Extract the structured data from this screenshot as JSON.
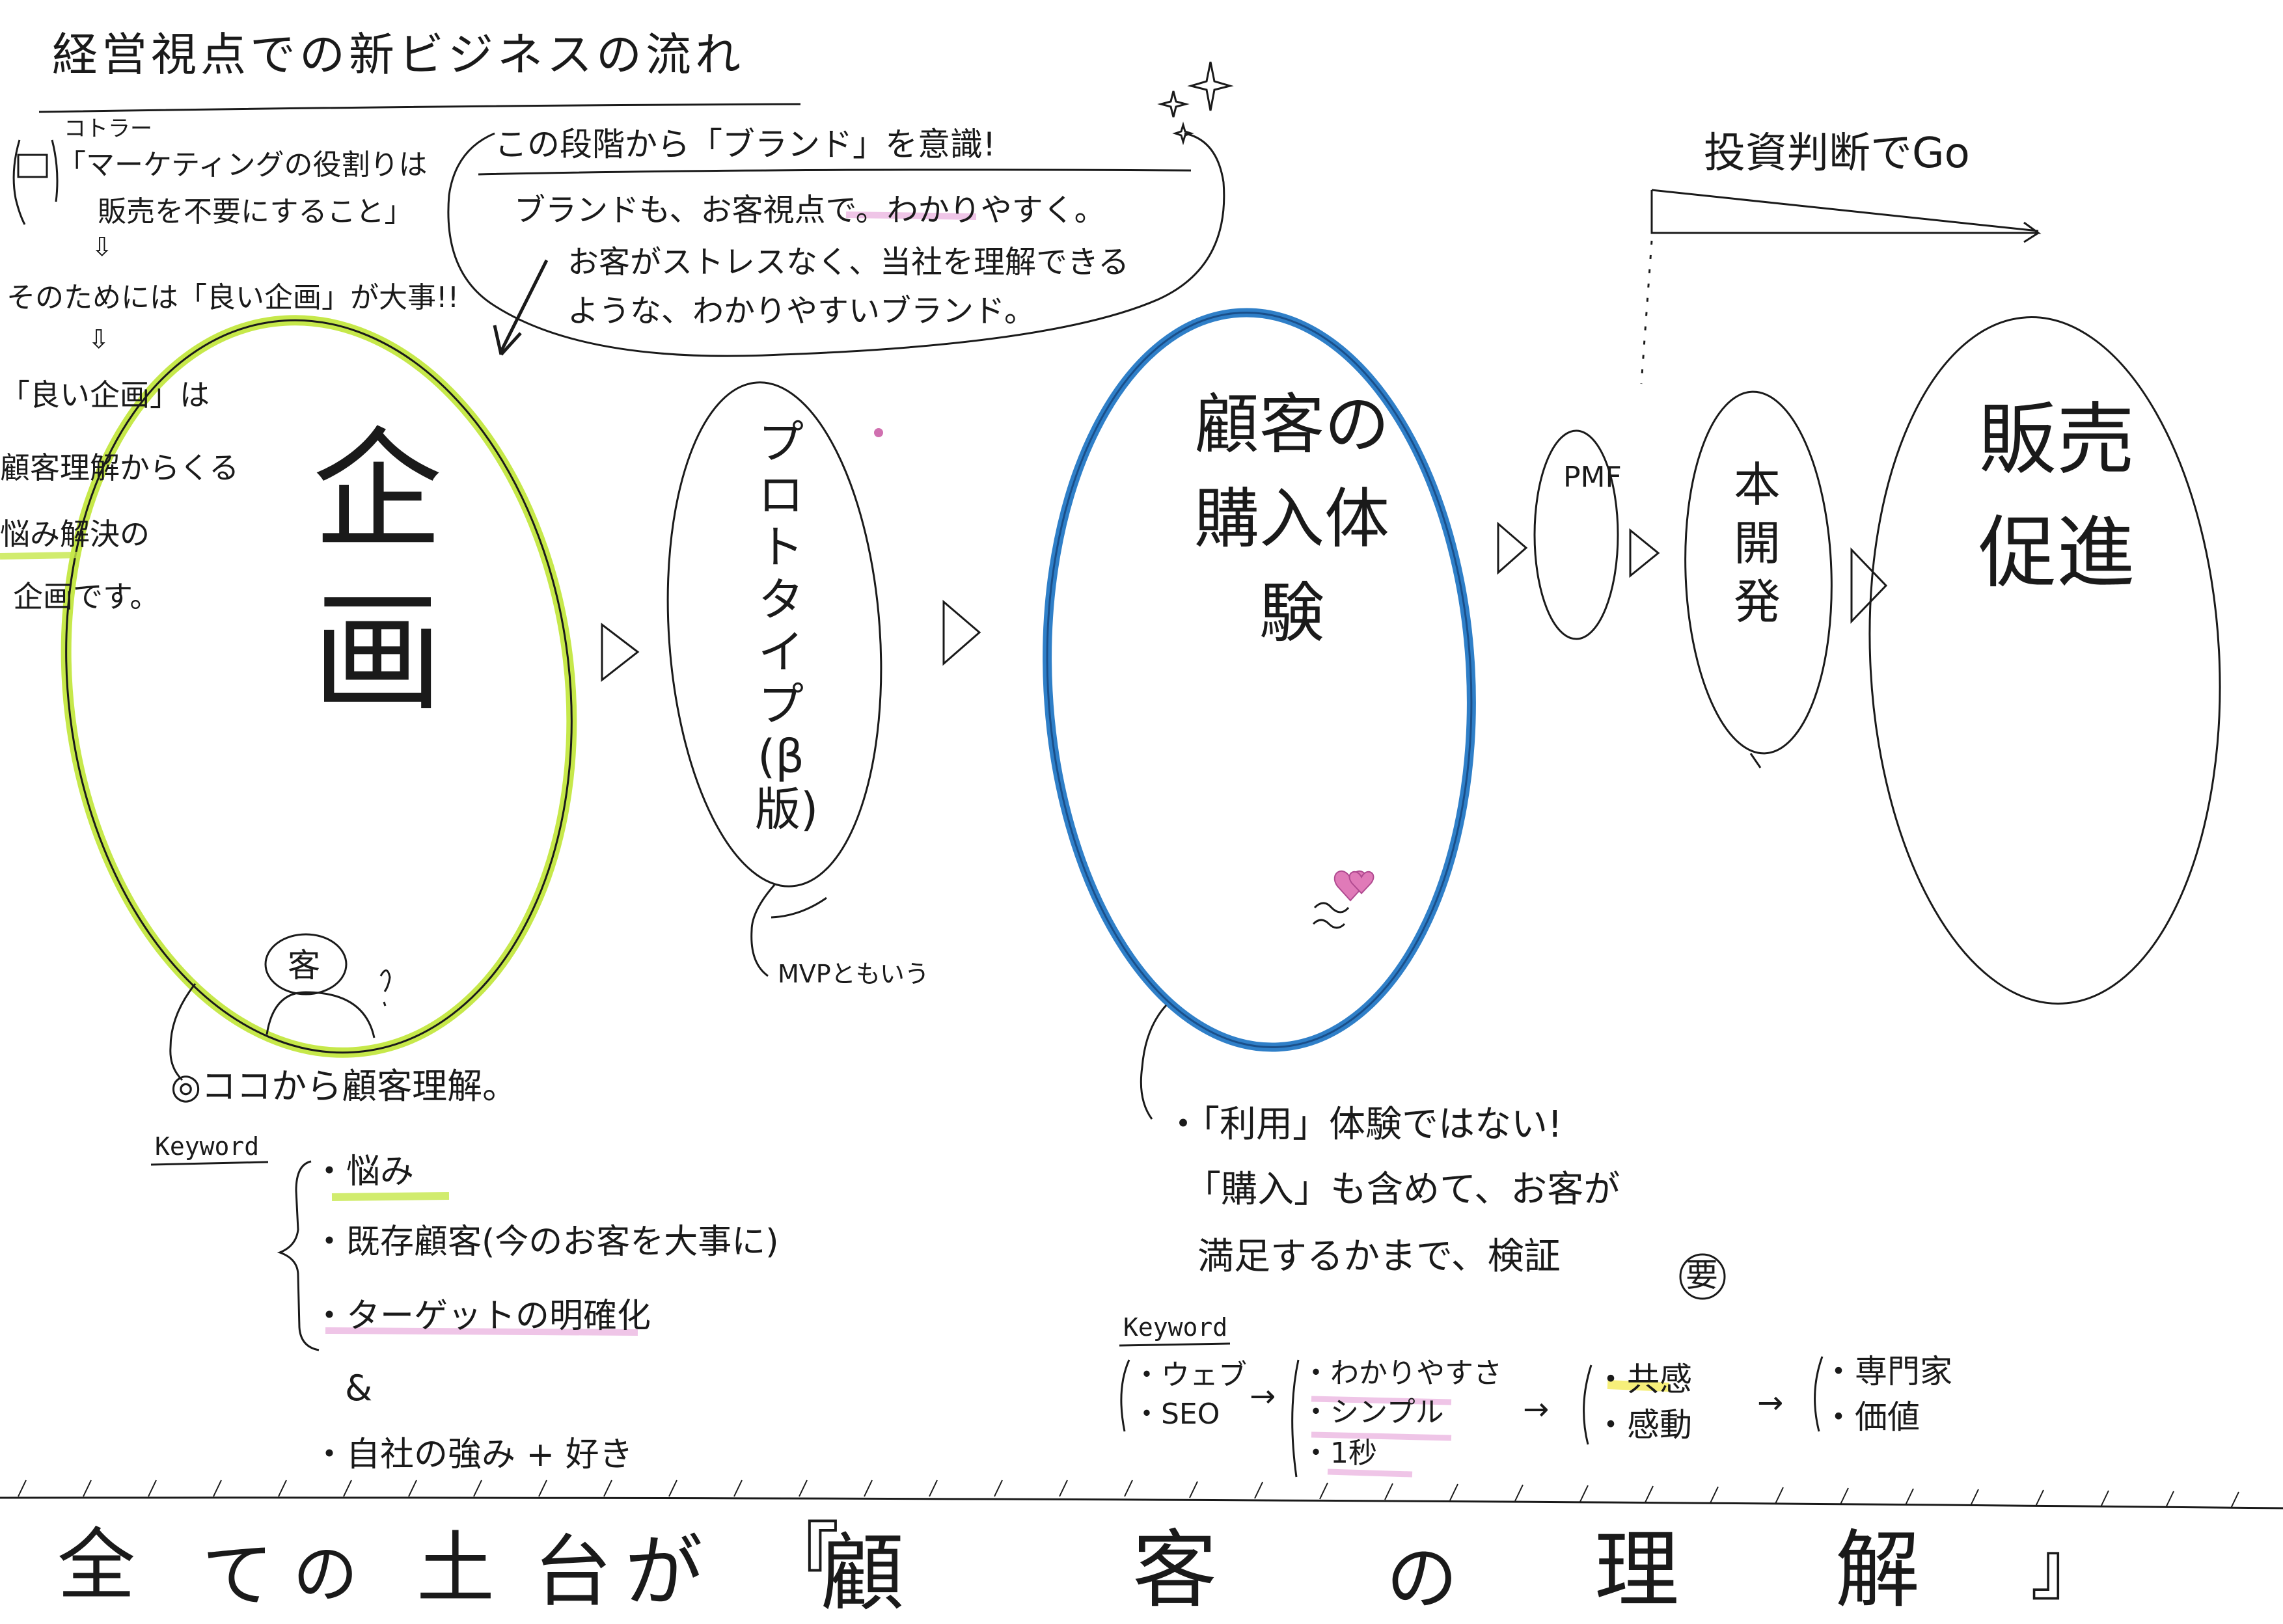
{
  "title": "経営視点での新ビジネスの流れ",
  "left_notes": {
    "kotler_tag": "コトラー",
    "kotler_quote_1": "「マーケティングの役割りは",
    "kotler_quote_2": "販売を不要にすること」",
    "arrow_1": "⇩",
    "need_plan": "そのためには「良い企画」が大事!!",
    "arrow_2": "⇩",
    "good_plan_1": "「良い企画」は",
    "good_plan_2": "顧客理解からくる",
    "good_plan_3": "悩み解決の",
    "good_plan_4": "企画です。"
  },
  "brand_bubble": {
    "heading": "この段階から「ブランド」を意識!",
    "line_1": "ブランドも、お客視点で。わかりやすく。",
    "line_2": "お客がストレスなく、当社を理解できる",
    "line_3": "ような、わかりやすいブランド。"
  },
  "investment": {
    "label": "投資判断でGo"
  },
  "stages": {
    "plan": "企画",
    "plan_customer": "客",
    "prototype": "プロトタイプ(β版)",
    "prototype_note": "MVPともいう",
    "experience": "顧客の購入体験",
    "pmf": "PMF",
    "development": "本開発",
    "sales": "販売促進"
  },
  "plan_notes": {
    "from_here": "◎ココから顧客理解。",
    "keyword_label": "Keyword",
    "item_1": "・悩み",
    "item_2": "・既存顧客(今のお客を大事に)",
    "item_3": "・ターゲットの明確化",
    "amp": "&",
    "item_4": "・自社の強み + 好き"
  },
  "experience_notes": {
    "line_1": "・「利用」体験ではない!",
    "line_2": "「購入」も含めて、お客が",
    "line_3": "満足するかまで、検証",
    "line_3_circled": "要",
    "keyword_label": "Keyword",
    "group_1": [
      "・ウェブ",
      "・SEO"
    ],
    "group_2": [
      "・わかりやすさ",
      "・シンプル",
      "・1秒"
    ],
    "group_3": [
      "・共感",
      "・感動"
    ],
    "group_4": [
      "・専門家",
      "・価値"
    ],
    "arrow": "→"
  },
  "footer": {
    "chars": [
      "全",
      "て",
      "の",
      "土",
      "台",
      "が",
      "『",
      "顧",
      "客",
      "の",
      "理",
      "解",
      "』"
    ]
  },
  "colors": {
    "plan_ring": "#c6e84a",
    "experience_ring": "#2f7fc8",
    "ink": "#1a1a1a",
    "pink_marker": "#e6a0d8",
    "yellow_marker": "#f4ec5a",
    "heart": "#e07ab8"
  }
}
